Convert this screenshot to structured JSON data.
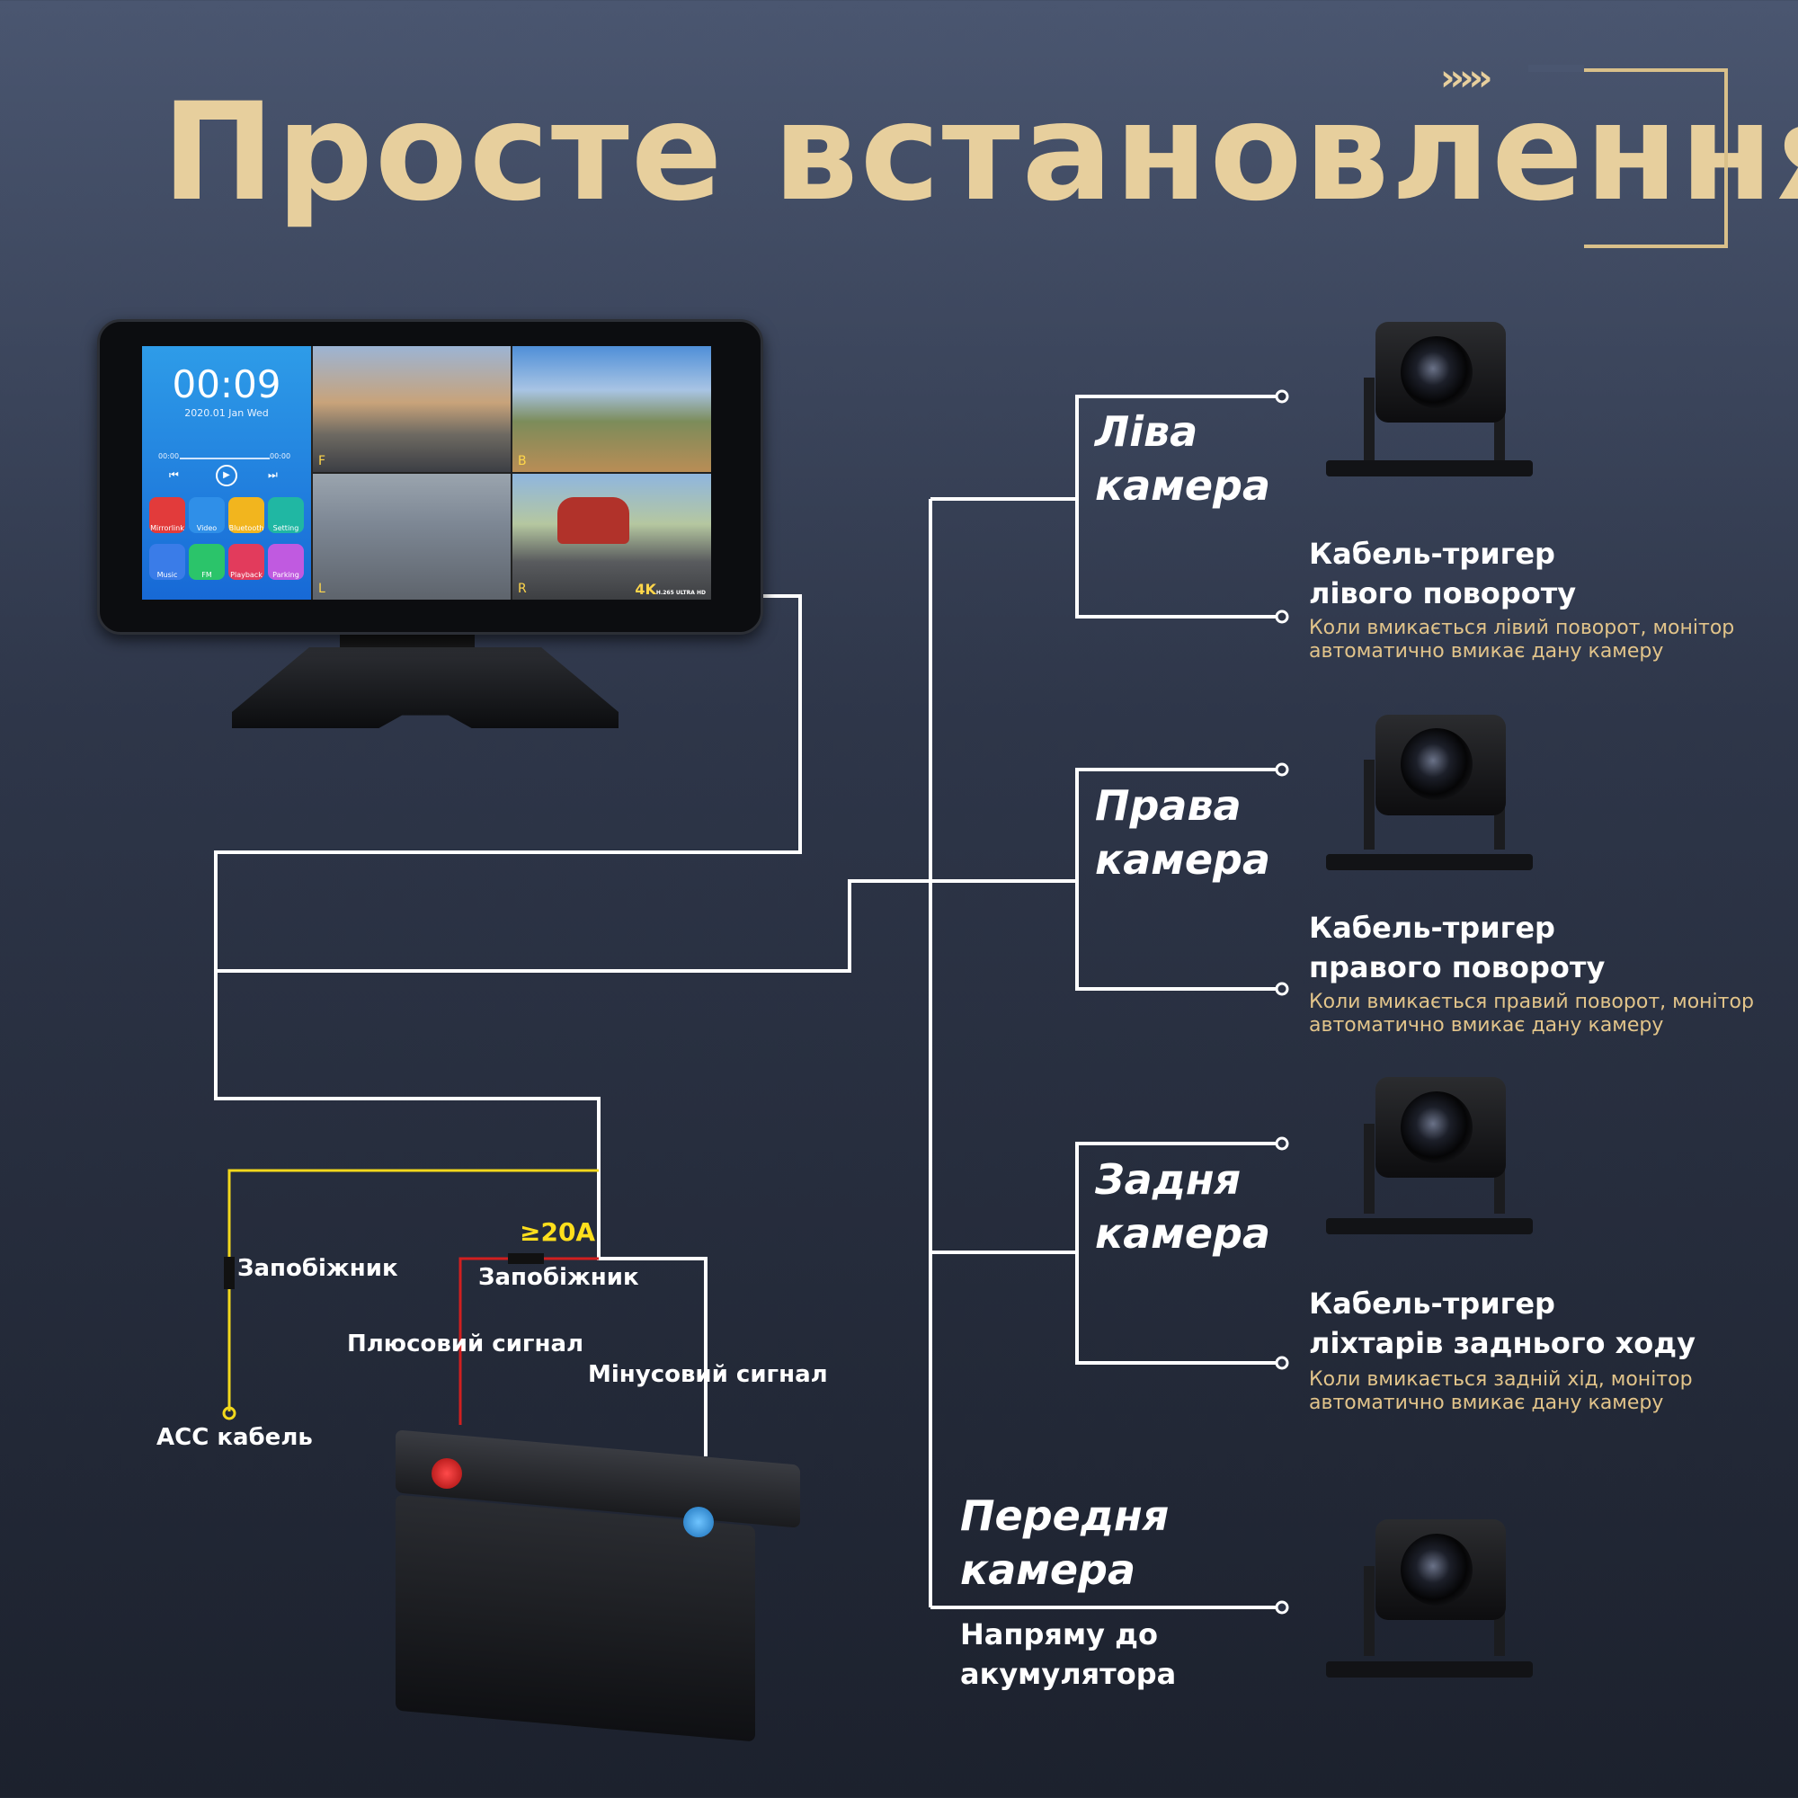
{
  "header": {
    "title": "Просте встановлення",
    "chevrons": "›››››"
  },
  "monitor": {
    "clock": "00:09",
    "date": "2020.01 Jan    Wed",
    "time_start": "00:00",
    "time_end": "00:00",
    "apps": [
      "Mirrorlink",
      "Video",
      "Bluetooth",
      "Setting",
      "Music",
      "FM",
      "Playback",
      "Parking"
    ],
    "feeds": [
      "F",
      "B",
      "L",
      "R"
    ],
    "badge": "4K",
    "badge_sub": "H.265 ULTRA HD"
  },
  "cameras": {
    "left": {
      "name_line1": "Ліва",
      "name_line2": "камера",
      "trigger_line1": "Кабель-тригер",
      "trigger_line2": "лівого повороту",
      "note_line1": "Коли вмикається лівий поворот, монітор",
      "note_line2": "автоматично вмикає дану камеру"
    },
    "right": {
      "name_line1": "Права",
      "name_line2": "камера",
      "trigger_line1": "Кабель-тригер",
      "trigger_line2": "правого повороту",
      "note_line1": "Коли вмикається правий поворот, монітор",
      "note_line2": "автоматично вмикає дану камеру"
    },
    "rear": {
      "name_line1": "Задня",
      "name_line2": "камера",
      "trigger_line1": "Кабель-тригер",
      "trigger_line2": "ліхтарів заднього ходу",
      "note_line1": "Коли вмикається задній хід, монітор",
      "note_line2": "автоматично вмикає дану камеру"
    },
    "front": {
      "name_line1": "Передня",
      "name_line2": "камера",
      "trigger_line1": "Напряму до",
      "trigger_line2": "акумулятора"
    }
  },
  "power": {
    "fuse_acc": "Запобіжник",
    "fuse_main": "Запобіжник",
    "amperage": "≥20A",
    "plus": "Плюсовий сигнал",
    "minus": "Мінусовий сигнал",
    "acc": "ACC кабель"
  },
  "colors": {
    "accent": "#e7cf9d",
    "wire": "#ffffff",
    "acc_wire": "#f2d81c",
    "plus_wire": "#d11f1f",
    "note": "#e2c48a"
  }
}
